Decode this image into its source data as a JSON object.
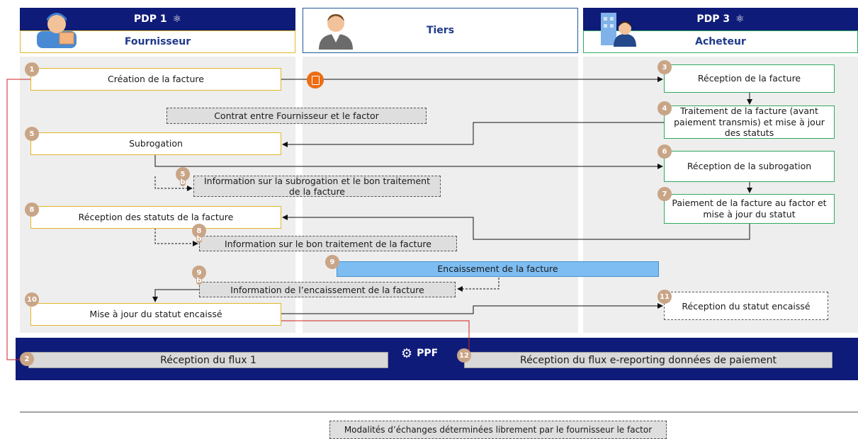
{
  "columns": {
    "pdp1": {
      "title": "PDP 1",
      "subtitle": "Fournisseur",
      "atom": "⚛"
    },
    "tiers": {
      "title": "Tiers"
    },
    "pdp3": {
      "title": "PDP 3",
      "subtitle": "Acheteur",
      "atom": "⚛"
    }
  },
  "steps": {
    "s1": {
      "num": "1",
      "label": "Création de la facture"
    },
    "s2": {
      "num": "2",
      "label": "Réception du flux 1"
    },
    "s3": {
      "num": "3",
      "label": "Réception de la facture"
    },
    "s4": {
      "num": "4",
      "label": "Traitement de la facture (avant paiement transmis) et mise à jour des statuts"
    },
    "s5": {
      "num": "5",
      "label": "Subrogation"
    },
    "s5b": {
      "num": "5",
      "sub": "b",
      "label": "Information sur la subrogation et le bon traitement de la facture"
    },
    "s6": {
      "num": "6",
      "label": "Réception de la subrogation"
    },
    "s7": {
      "num": "7",
      "label": "Paiement de la facture au factor et mise à jour du statut"
    },
    "s8": {
      "num": "8",
      "label": "Réception des statuts de la facture"
    },
    "s8b": {
      "num": "8",
      "sub": "b",
      "label": "Information sur le bon traitement de la facture"
    },
    "s9": {
      "num": "9",
      "label": "Encaissement de la facture"
    },
    "s9b": {
      "num": "9",
      "sub": "b",
      "label": "Information de l’encaissement de la facture"
    },
    "s10": {
      "num": "10",
      "label": "Mise à jour du statut encaissé"
    },
    "s11": {
      "num": "11",
      "label": "Réception du statut encaissé"
    },
    "s12": {
      "num": "12",
      "label": "Réception du flux e-reporting données de paiement"
    }
  },
  "contract": "Contrat entre Fournisseur et le factor",
  "ppf": {
    "label": "PPF"
  },
  "legend": "Modalités d’échanges déterminées librement par le fournisseur le factor",
  "colors": {
    "navy": "#0f1b78",
    "yellow": "#e2b62a",
    "green": "#2eaa60",
    "badge": "#c9a587",
    "blue": "#7dbdf2",
    "red": "#d02020",
    "orange": "#ec6d12"
  },
  "icons": [
    "supplier-avatar-icon",
    "tiers-avatar-icon",
    "buyer-avatar-icon",
    "atom-icon",
    "invoice-icon",
    "ppf-network-icon"
  ]
}
